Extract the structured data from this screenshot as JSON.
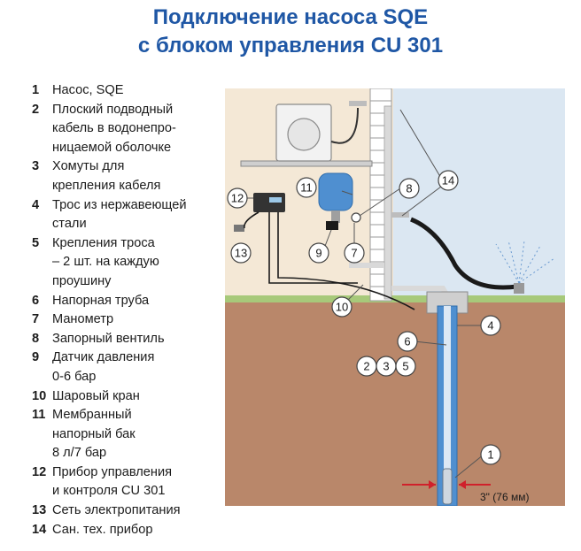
{
  "title": {
    "line1": "Подключение насоса SQE",
    "line2": "с блоком управления CU 301"
  },
  "legend": [
    {
      "num": "1",
      "text": "Насос, SQE"
    },
    {
      "num": "2",
      "text": "Плоский подводный\nкабель в водонепро-\nницаемой оболочке"
    },
    {
      "num": "3",
      "text": "Хомуты для\nкрепления кабеля"
    },
    {
      "num": "4",
      "text": "Трос из нержавеющей\nстали"
    },
    {
      "num": "5",
      "text": "Крепления троса\n– 2 шт. на каждую\nпроушину"
    },
    {
      "num": "6",
      "text": "Напорная труба"
    },
    {
      "num": "7",
      "text": "Манометр"
    },
    {
      "num": "8",
      "text": "Запорный вентиль"
    },
    {
      "num": "9",
      "text": "Датчик давления\n0-6 бар"
    },
    {
      "num": "10",
      "text": "Шаровый кран"
    },
    {
      "num": "11",
      "text": "Мембранный\nнапорный бак\n8 л/7 бар"
    },
    {
      "num": "12",
      "text": " Прибор управления\nи контроля CU 301"
    },
    {
      "num": "13",
      "text": "Сеть электропитания"
    },
    {
      "num": "14",
      "text": "Сан. тех. прибор"
    }
  ],
  "callouts": {
    "c1": "1",
    "c2": "2",
    "c3": "3",
    "c4": "4",
    "c5": "5",
    "c6": "6",
    "c7": "7",
    "c8": "8",
    "c9": "9",
    "c10": "10",
    "c11": "11",
    "c12": "12",
    "c13": "13",
    "c14": "14"
  },
  "well_size_label": "3\" (76 мм)",
  "colors": {
    "title": "#1f57a5",
    "wall": "#f4e8d6",
    "sky": "#dbe7f2",
    "ground": "#b9876a",
    "pipe": "#d9d9d9",
    "well": "#4f8fd0",
    "cable": "#1a1a1a",
    "arrow": "#d0212b"
  }
}
